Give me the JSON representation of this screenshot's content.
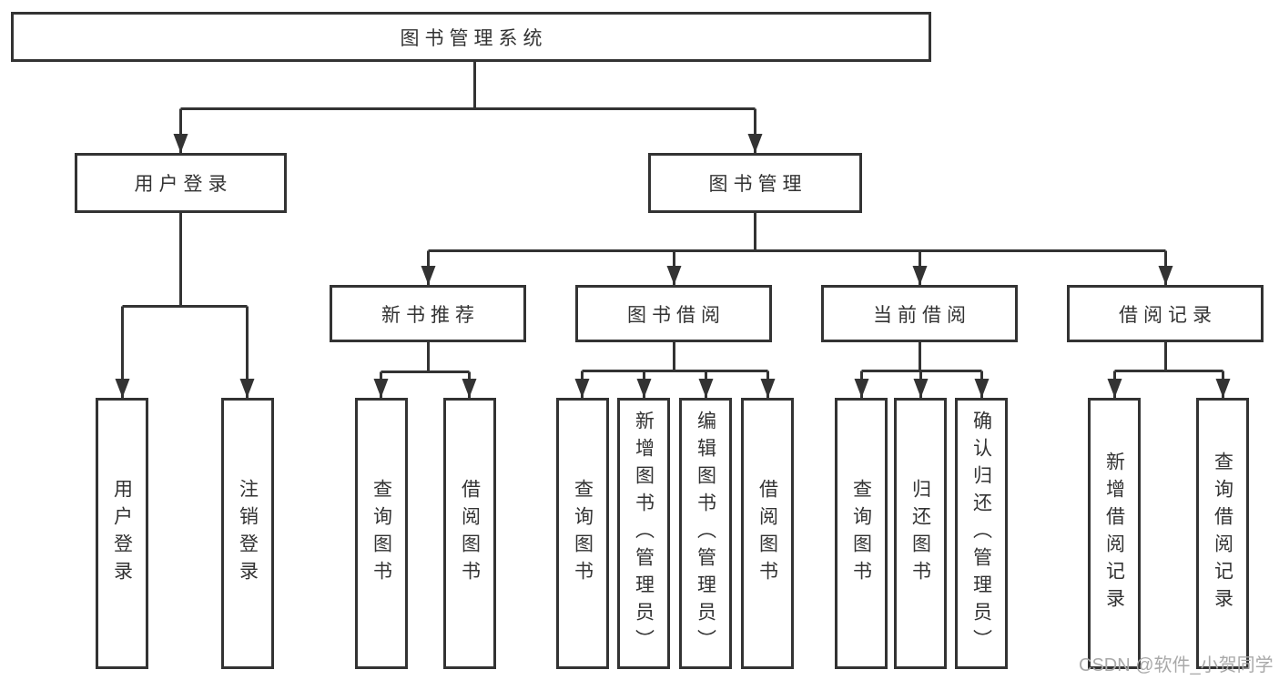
{
  "diagram": {
    "root": {
      "label": "图书管理系统"
    },
    "user_login": {
      "label": "用户登录",
      "children": [
        {
          "label": "用户登录"
        },
        {
          "label": "注销登录"
        }
      ]
    },
    "book_management": {
      "label": "图书管理",
      "sections": [
        {
          "label": "新书推荐",
          "children": [
            {
              "label": "查询图书"
            },
            {
              "label": "借阅图书"
            }
          ]
        },
        {
          "label": "图书借阅",
          "children": [
            {
              "label": "查询图书"
            },
            {
              "label": "新增图书（管理员）"
            },
            {
              "label": "编辑图书（管理员）"
            },
            {
              "label": "借阅图书"
            }
          ]
        },
        {
          "label": "当前借阅",
          "children": [
            {
              "label": "查询图书"
            },
            {
              "label": "归还图书"
            },
            {
              "label": "确认归还（管理员）"
            }
          ]
        },
        {
          "label": "借阅记录",
          "children": [
            {
              "label": "新增借阅记录"
            },
            {
              "label": "查询借阅记录"
            }
          ]
        }
      ]
    }
  },
  "colors": {
    "line": "#333333",
    "text": "#333333",
    "background": "#ffffff",
    "watermark": "#a9a9a9"
  },
  "watermark": "CSDN @软件_小贺同学"
}
